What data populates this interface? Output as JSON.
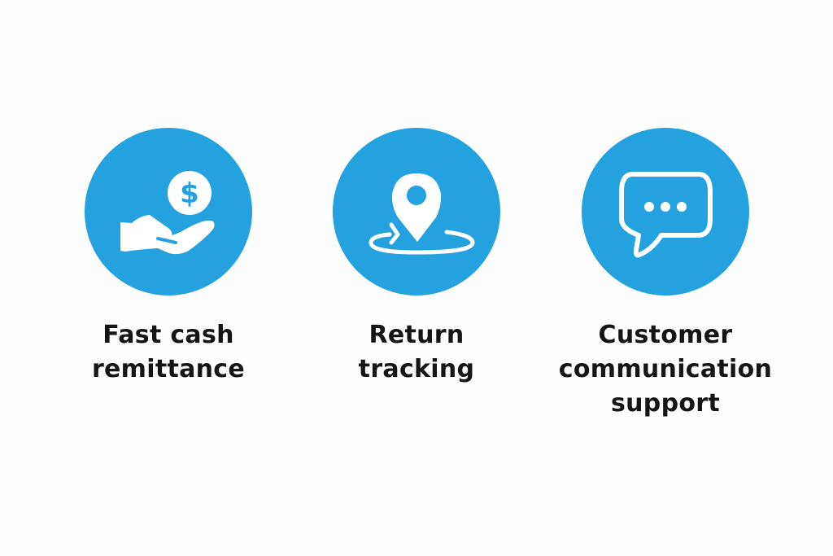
{
  "accent_color": "#24a2e0",
  "features": [
    {
      "icon": "hand-dollar-icon",
      "lines": [
        "Fast cash",
        "remittance"
      ]
    },
    {
      "icon": "location-return-icon",
      "lines": [
        "Return",
        "tracking"
      ]
    },
    {
      "icon": "chat-bubble-icon",
      "lines": [
        "Customer",
        "communication",
        "support"
      ]
    }
  ]
}
